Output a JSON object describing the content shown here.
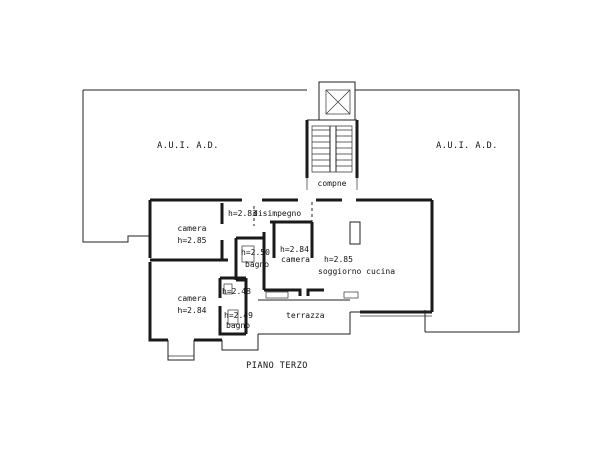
{
  "plan": {
    "floor_title": "PIANO TERZO",
    "aui_left": "A.U.I. A.D.",
    "aui_right": "A.U.I. A.D.",
    "compne": "compne",
    "rooms": {
      "disimpegno": {
        "name": "disimpegno",
        "height": "h=2.83"
      },
      "camera_top": {
        "name": "camera",
        "height": "h=2.85"
      },
      "bagno_mid": {
        "name": "bagno",
        "height": "h=2.50"
      },
      "camera_mid": {
        "name": "camera",
        "height": "h=2.84"
      },
      "soggiorno": {
        "name": "soggiorno cucina",
        "height": "h=2.85"
      },
      "camera_bottom": {
        "name": "camera",
        "height": "h=2.84"
      },
      "bagno_small": {
        "height": "h=2.48"
      },
      "bagno_bottom": {
        "name": "bagno",
        "height": "h=2.49"
      },
      "terrazza": {
        "name": "terrazza"
      }
    }
  }
}
